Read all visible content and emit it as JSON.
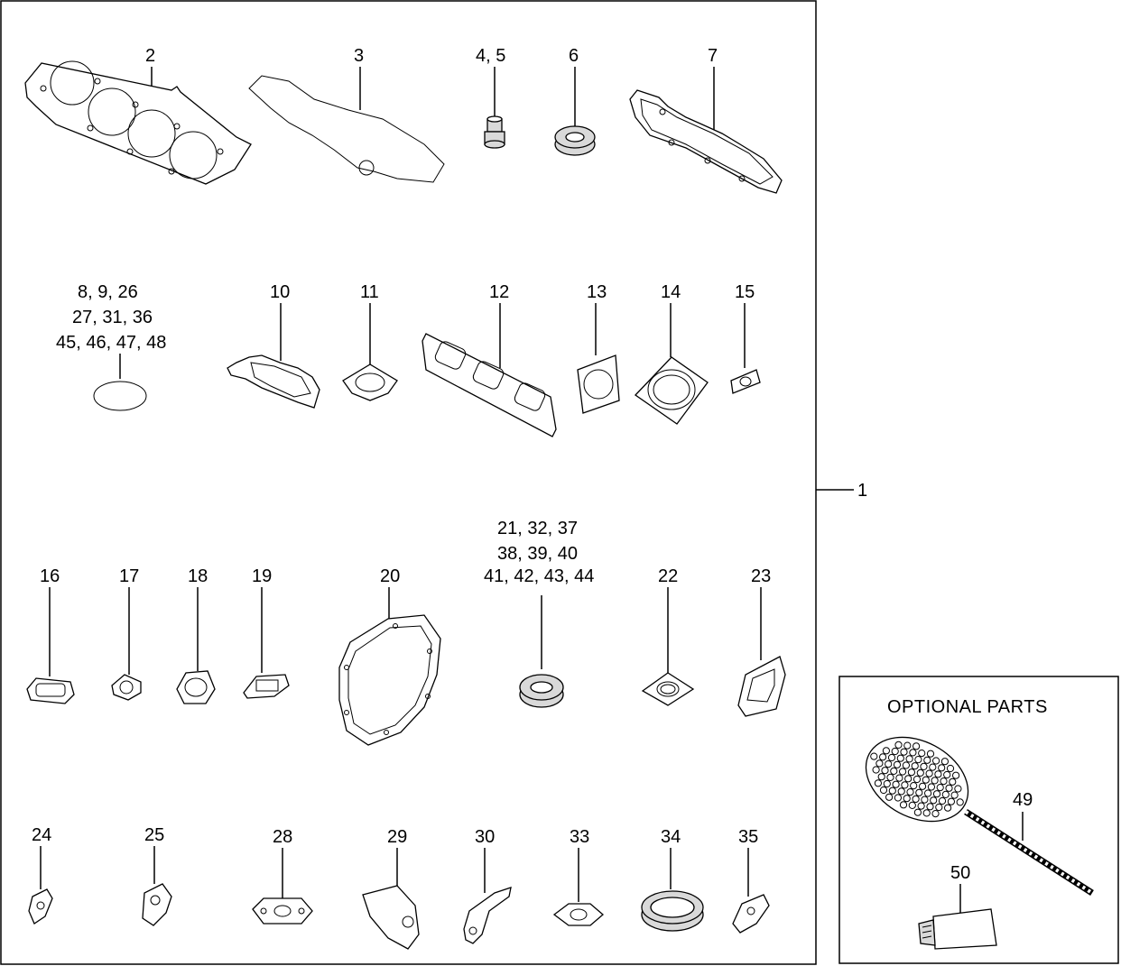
{
  "callouts": {
    "c1": "1",
    "c2": "2",
    "c3": "3",
    "c4_5": "4, 5",
    "c6": "6",
    "c7": "7",
    "group_a": [
      "8,   9,  26",
      "27,  31, 36",
      "45, 46, 47, 48"
    ],
    "c10": "10",
    "c11": "11",
    "c12": "12",
    "c13": "13",
    "c14": "14",
    "c15": "15",
    "c16": "16",
    "c17": "17",
    "c18": "18",
    "c19": "19",
    "c20": "20",
    "group_b": [
      "21, 32, 37",
      "38, 39, 40",
      "41, 42, 43, 44"
    ],
    "c22": "22",
    "c23": "23",
    "c24": "24",
    "c25": "25",
    "c28": "28",
    "c29": "29",
    "c30": "30",
    "c33": "33",
    "c34": "34",
    "c35": "35",
    "c49": "49",
    "c50": "50"
  },
  "optional_box": {
    "title": "OPTIONAL  PARTS"
  }
}
